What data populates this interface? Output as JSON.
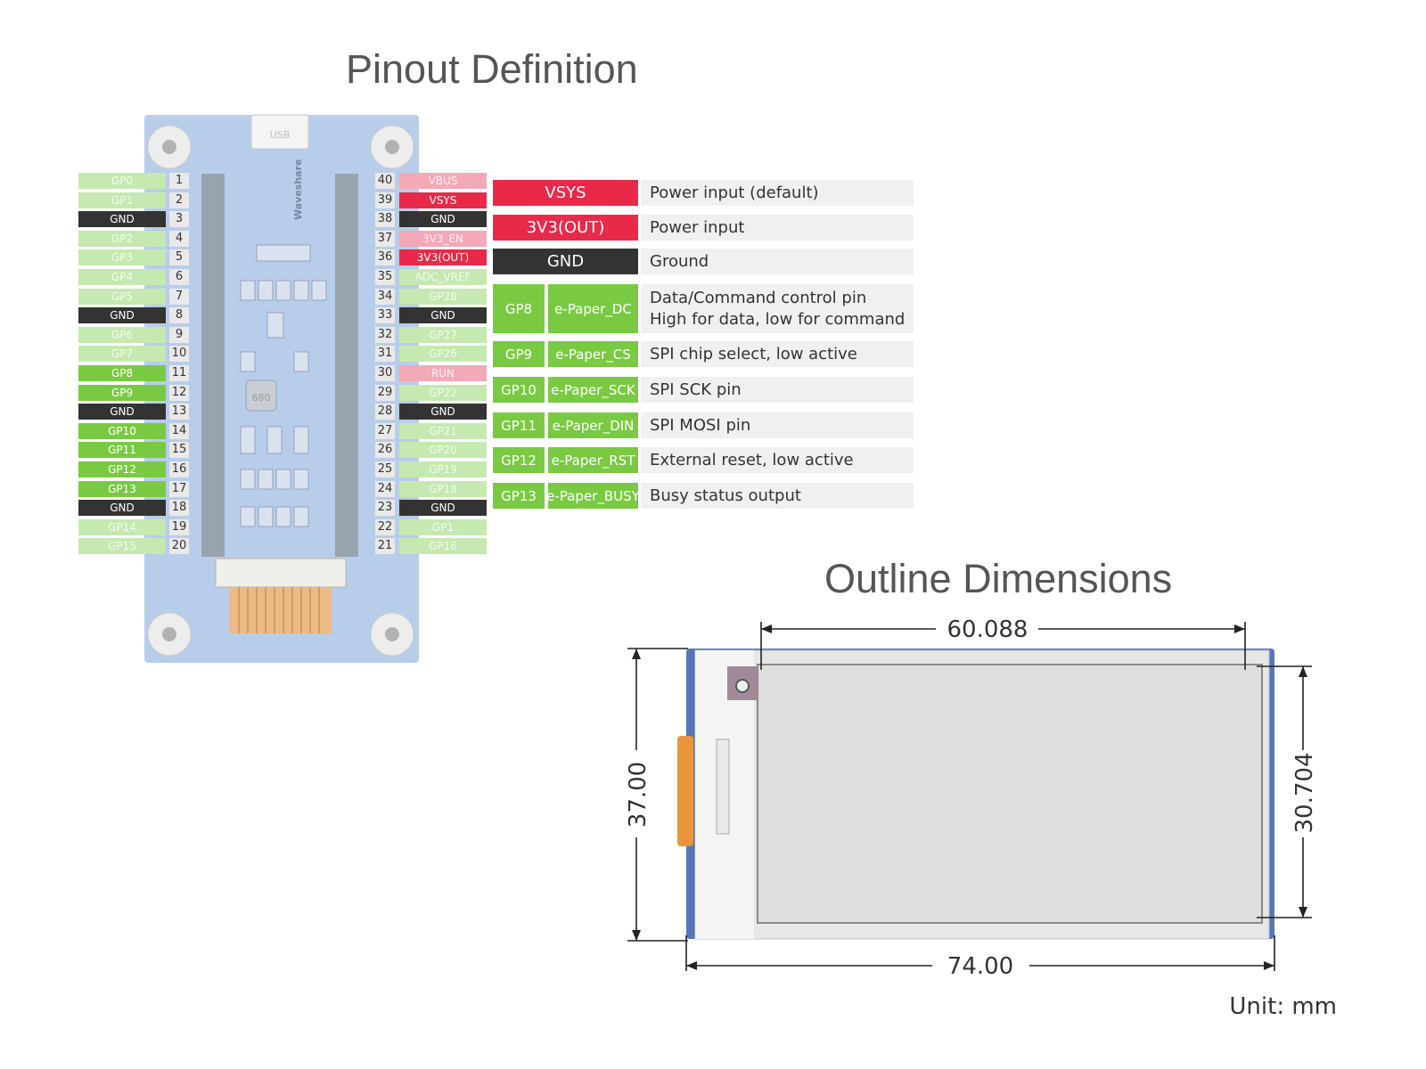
{
  "pinout_title": "Pinout Definition",
  "outline_title": "Outline Dimensions",
  "board": {
    "usb_label": "USB",
    "brand": "Waveshare",
    "inductor_label": "680"
  },
  "left_pins": [
    {
      "label": "GP0",
      "num": "1",
      "color": "light"
    },
    {
      "label": "GP1",
      "num": "2",
      "color": "light"
    },
    {
      "label": "GND",
      "num": "3",
      "color": "gnd"
    },
    {
      "label": "GP2",
      "num": "4",
      "color": "light"
    },
    {
      "label": "GP3",
      "num": "5",
      "color": "light"
    },
    {
      "label": "GP4",
      "num": "6",
      "color": "light"
    },
    {
      "label": "GP5",
      "num": "7",
      "color": "light"
    },
    {
      "label": "GND",
      "num": "8",
      "color": "gnd"
    },
    {
      "label": "GP6",
      "num": "9",
      "color": "light"
    },
    {
      "label": "GP7",
      "num": "10",
      "color": "light"
    },
    {
      "label": "GP8",
      "num": "11",
      "color": "green"
    },
    {
      "label": "GP9",
      "num": "12",
      "color": "green"
    },
    {
      "label": "GND",
      "num": "13",
      "color": "gnd"
    },
    {
      "label": "GP10",
      "num": "14",
      "color": "green"
    },
    {
      "label": "GP11",
      "num": "15",
      "color": "green"
    },
    {
      "label": "GP12",
      "num": "16",
      "color": "green"
    },
    {
      "label": "GP13",
      "num": "17",
      "color": "green"
    },
    {
      "label": "GND",
      "num": "18",
      "color": "gnd"
    },
    {
      "label": "GP14",
      "num": "19",
      "color": "light"
    },
    {
      "label": "GP15",
      "num": "20",
      "color": "light"
    }
  ],
  "right_pins": [
    {
      "label": "VBUS",
      "num": "40",
      "color": "pink"
    },
    {
      "label": "VSYS",
      "num": "39",
      "color": "red"
    },
    {
      "label": "GND",
      "num": "38",
      "color": "gnd"
    },
    {
      "label": "3V3_EN",
      "num": "37",
      "color": "pink"
    },
    {
      "label": "3V3(OUT)",
      "num": "36",
      "color": "red"
    },
    {
      "label": "ADC_VREF",
      "num": "35",
      "color": "light"
    },
    {
      "label": "GP28",
      "num": "34",
      "color": "light"
    },
    {
      "label": "GND",
      "num": "33",
      "color": "gnd"
    },
    {
      "label": "GP27",
      "num": "32",
      "color": "light"
    },
    {
      "label": "GP26",
      "num": "31",
      "color": "light"
    },
    {
      "label": "RUN",
      "num": "30",
      "color": "pink"
    },
    {
      "label": "GP22",
      "num": "29",
      "color": "light"
    },
    {
      "label": "GND",
      "num": "28",
      "color": "gnd"
    },
    {
      "label": "GP21",
      "num": "27",
      "color": "light"
    },
    {
      "label": "GP20",
      "num": "26",
      "color": "light"
    },
    {
      "label": "GP19",
      "num": "25",
      "color": "light"
    },
    {
      "label": "GP18",
      "num": "24",
      "color": "light"
    },
    {
      "label": "GND",
      "num": "23",
      "color": "gnd"
    },
    {
      "label": "GP1",
      "num": "22",
      "color": "light"
    },
    {
      "label": "GP16",
      "num": "21",
      "color": "light"
    }
  ],
  "function_table": [
    {
      "pin": "VSYS",
      "pin_color": "red",
      "func": "",
      "desc": "Power input (default)"
    },
    {
      "pin": "3V3(OUT)",
      "pin_color": "red",
      "func": "",
      "desc": "Power input"
    },
    {
      "pin": "GND",
      "pin_color": "gnd",
      "func": "",
      "desc": "Ground"
    },
    {
      "pin": "GP8",
      "pin_color": "green",
      "func": "e-Paper_DC",
      "desc": "Data/Command control pin\nHigh for data, low for command"
    },
    {
      "pin": "GP9",
      "pin_color": "green",
      "func": "e-Paper_CS",
      "desc": "SPI chip select, low active"
    },
    {
      "pin": "GP10",
      "pin_color": "green",
      "func": "e-Paper_SCK",
      "desc": "SPI SCK pin"
    },
    {
      "pin": "GP11",
      "pin_color": "green",
      "func": "e-Paper_DIN",
      "desc": "SPI MOSI pin"
    },
    {
      "pin": "GP12",
      "pin_color": "green",
      "func": "e-Paper_RST",
      "desc": "External reset, low active"
    },
    {
      "pin": "GP13",
      "pin_color": "green",
      "func": "e-Paper_BUSY",
      "desc": "Busy status output"
    }
  ],
  "dimensions": {
    "width_active": "60.088",
    "width_total": "74.00",
    "height_total": "37.00",
    "height_active": "30.704",
    "unit": "Unit: mm"
  },
  "colors": {
    "light": "#c5e9b0",
    "green": "#7ac943",
    "gnd": "#333333",
    "pink": "#f3a8b8",
    "red": "#e8294a",
    "pcb": "#8fb0dd"
  }
}
